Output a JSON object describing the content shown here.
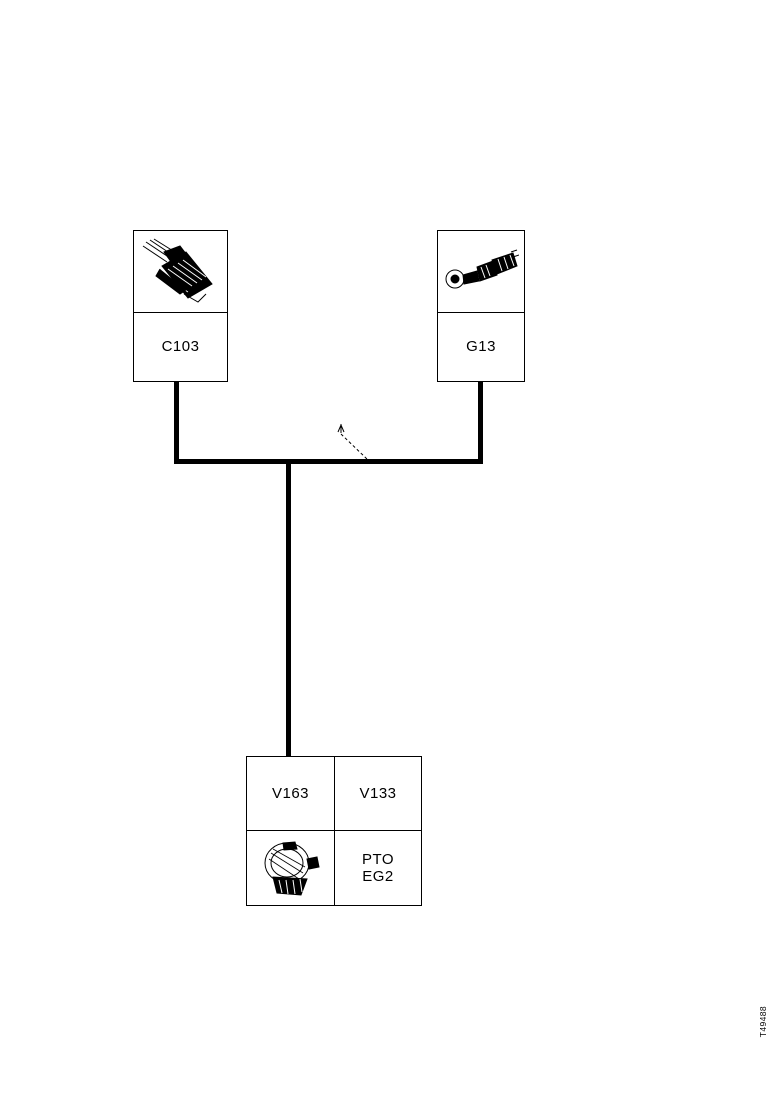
{
  "diagram": {
    "title": "wiring-connector-diagram",
    "line_color": "#000000",
    "background": "#ffffff",
    "nodes": [
      {
        "id": "c103",
        "label": "C103",
        "art": "connector-multipin-angled"
      },
      {
        "id": "g13",
        "label": "G13",
        "art": "connector-inline-cylindrical"
      },
      {
        "id": "v163",
        "label_left": "V163",
        "label_right": "V133",
        "label_bottom_right": "PTO\nEG2",
        "art": "component-round-motor"
      }
    ],
    "callout": {
      "pointer_label": ""
    },
    "reference_code": "T49488"
  }
}
